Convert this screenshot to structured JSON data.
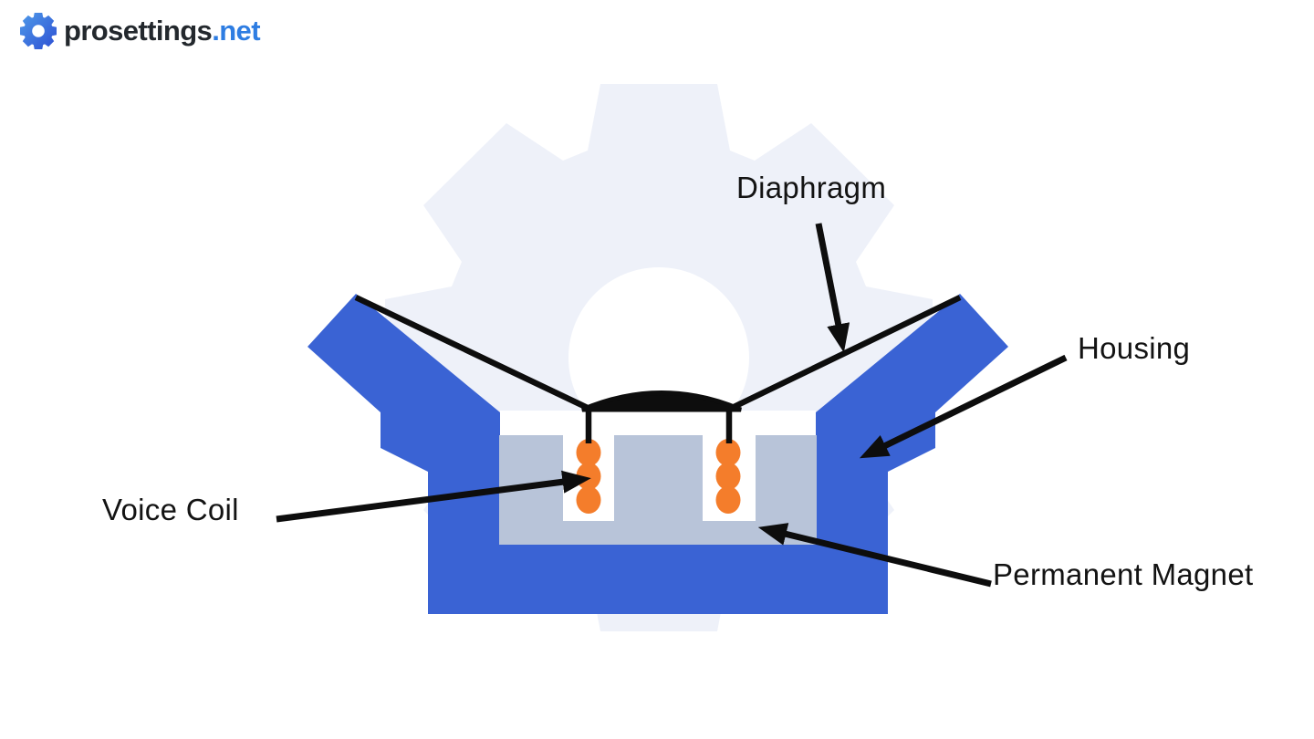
{
  "brand": {
    "name": "prosettings",
    "tld": ".net"
  },
  "diagram": {
    "labels": {
      "diaphragm": "Diaphragm",
      "housing": "Housing",
      "voice_coil": "Voice Coil",
      "permanent_magnet": "Permanent Magnet"
    },
    "colors": {
      "housing_blue": "#3a63d4",
      "magnet_gray": "#b8c4d9",
      "coil_orange": "#f47d2b",
      "line_black": "#0d0d0d",
      "watermark": "#eef1f9",
      "logo_blue_light": "#4e9ae9",
      "logo_blue_dark": "#2e4fd3",
      "logo_text_dark": "#23282d",
      "logo_tld_blue": "#2e7de2"
    }
  }
}
